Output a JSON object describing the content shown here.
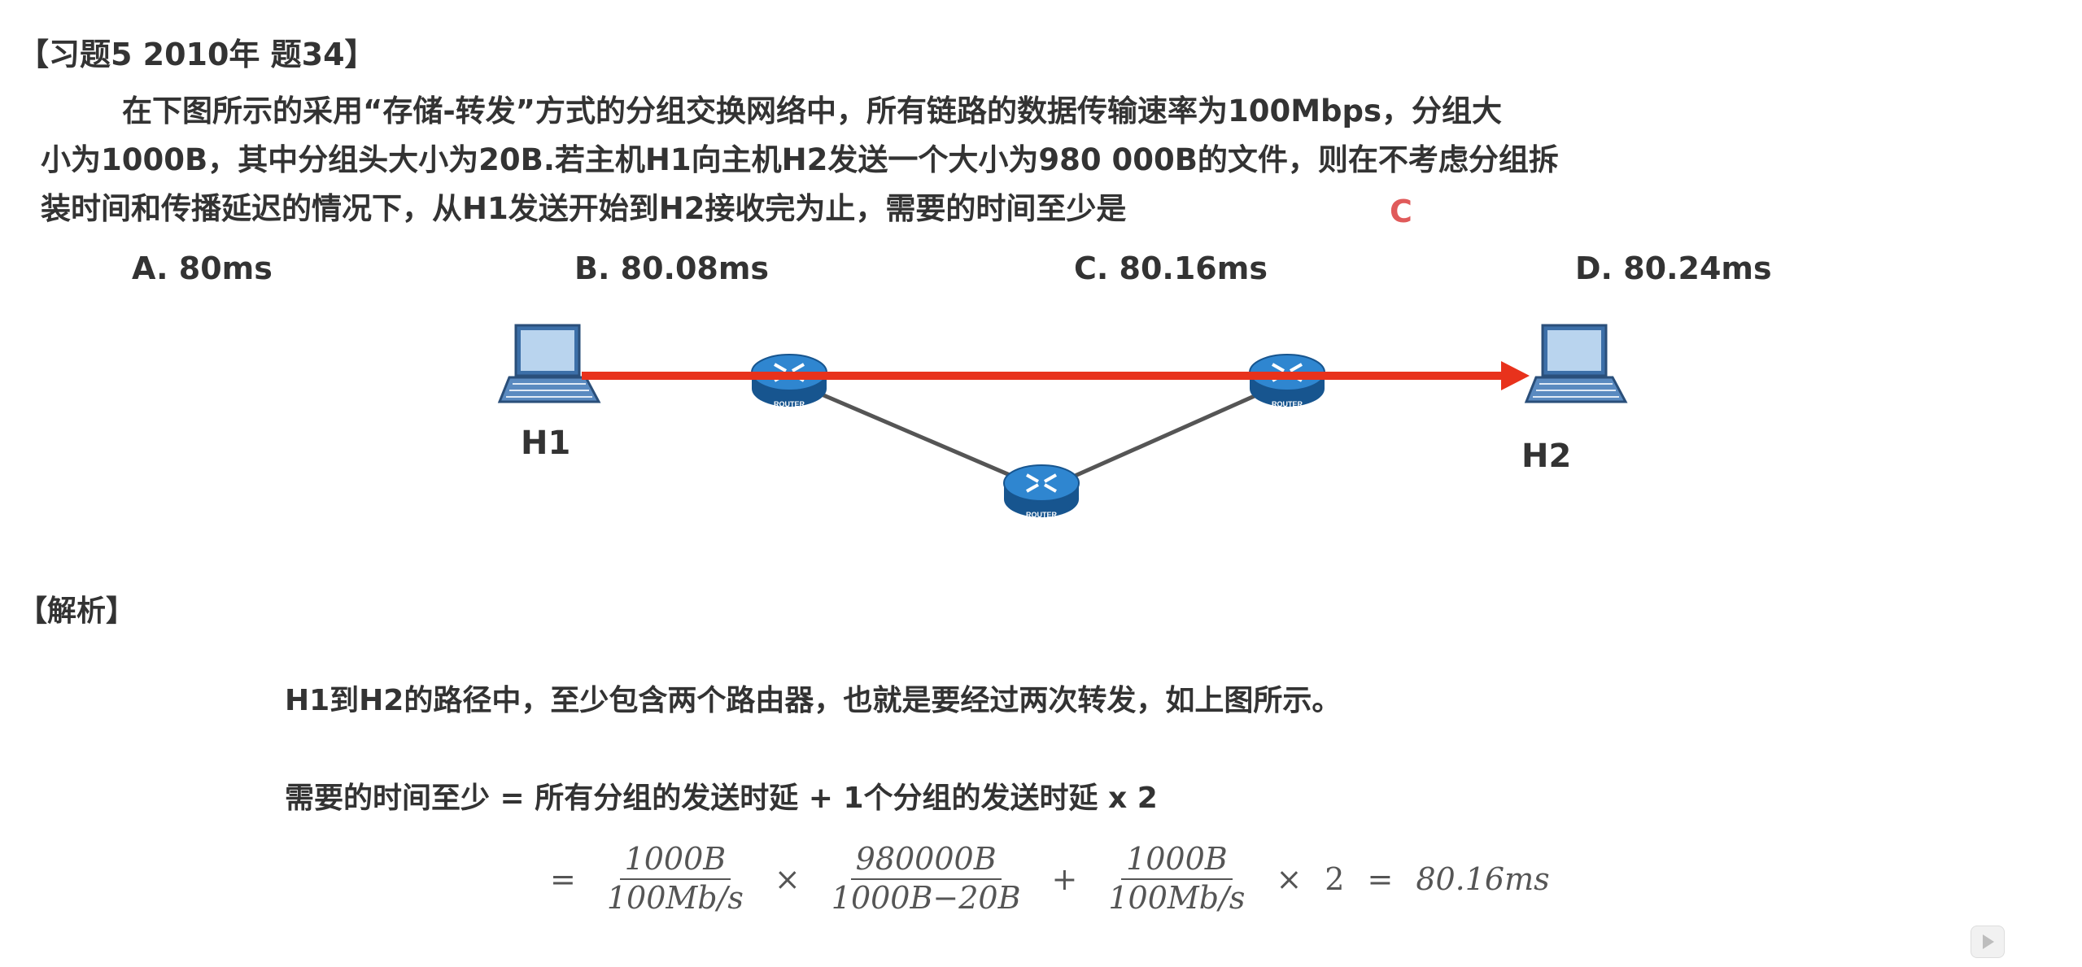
{
  "title": "【习题5  2010年 题34】",
  "question": {
    "line1": "在下图所示的采用“存储-转发”方式的分组交换网络中，所有链路的数据传输速率为100Mbps，分组大",
    "line2": "小为1000B，其中分组头大小为20B.若主机H1向主机H2发送一个大小为980 000B的文件，则在不考虑分组拆",
    "line3": "装时间和传播延迟的情况下，从H1发送开始到H2接收完为止，需要的时间至少是",
    "answer": "C"
  },
  "options": [
    "A. 80ms",
    "B. 80.08ms",
    "C. 80.16ms",
    "D. 80.24ms"
  ],
  "diagram": {
    "host1": "H1",
    "host2": "H2",
    "router_label": "ROUTER",
    "arrow_color": "#e8321c",
    "link_color": "#555555",
    "router_color": "#1e6fb8"
  },
  "analysis": {
    "heading": "【解析】",
    "line1": "H1到H2的路径中，至少包含两个路由器，也就是要经过两次转发，如上图所示。",
    "line2": "需要的时间至少 = 所有分组的发送时延 + 1个分组的发送时延 x 2",
    "formula": {
      "eq": "=",
      "f1_num": "1000B",
      "f1_den": "100Mb/s",
      "times1": "×",
      "f2_num": "980000B",
      "f2_den": "1000B−20B",
      "plus": "+",
      "f3_num": "1000B",
      "f3_den": "100Mb/s",
      "times2": "×",
      "two": "2",
      "eq2": "=",
      "result": "80.16ms"
    }
  }
}
